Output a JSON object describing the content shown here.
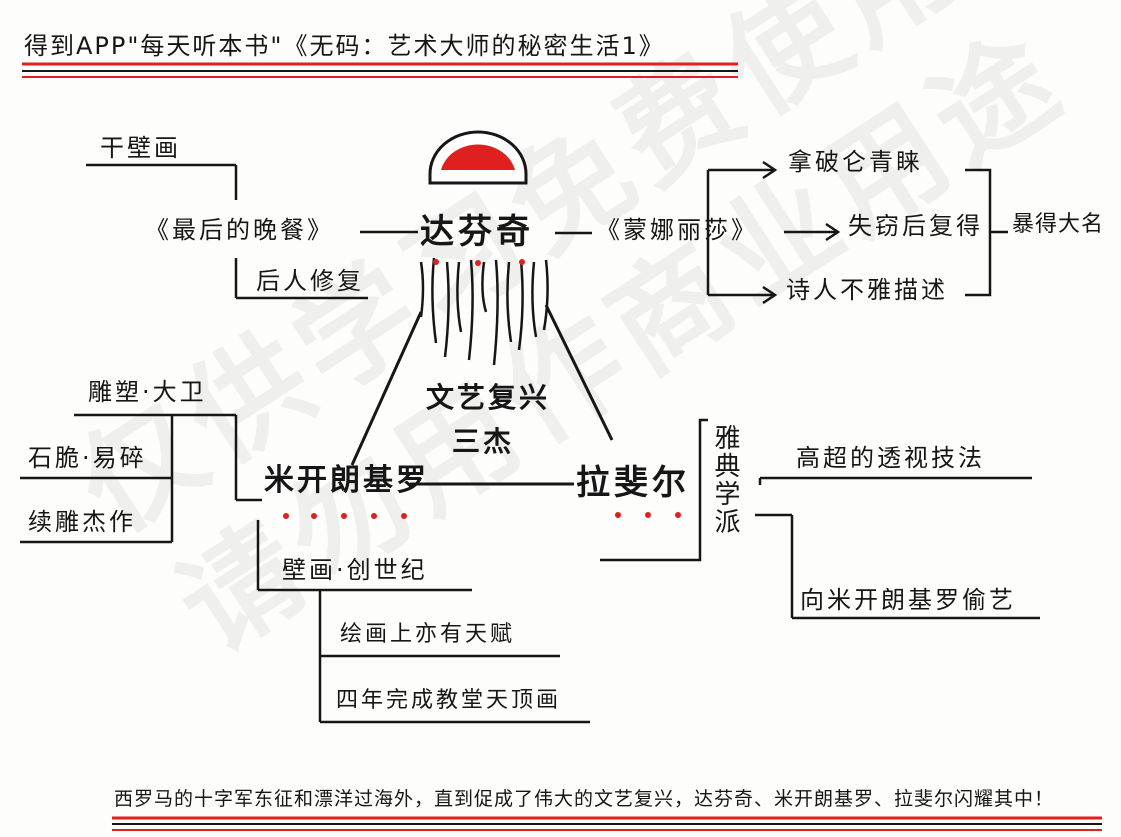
{
  "title": "得到APP\"每天听本书\"《无码：艺术大师的秘密生活1》",
  "watermark": {
    "line1": "仅供学习免费使用",
    "line2": "请勿用作商业用途"
  },
  "center": {
    "label_line1": "文艺复兴",
    "label_line2": "三杰"
  },
  "davinci": {
    "name": "达芬奇",
    "left_work": "《最后的晚餐》",
    "left_top": "干壁画",
    "left_bottom": "后人修复",
    "right_work": "《蒙娜丽莎》",
    "right_items": [
      "拿破仑青睐",
      "失窃后复得",
      "诗人不雅描述"
    ],
    "right_summary": "暴得大名"
  },
  "michelangelo": {
    "name": "米开朗基罗",
    "sculpture": "雕塑·大卫",
    "sculpture_items": [
      "石脆·易碎",
      "续雕杰作"
    ],
    "fresco": "壁画·创世纪",
    "fresco_items": [
      "绘画上亦有天赋",
      "四年完成教堂天顶画"
    ]
  },
  "raphael": {
    "name": "拉斐尔",
    "school": "雅典学派",
    "school_items": [
      "高超的透视技法",
      "向米开朗基罗偷艺"
    ]
  },
  "footer": "西罗马的十字军东征和漂洋过海外，直到促成了伟大的文艺复兴，达芬奇、米开朗基罗、拉斐尔闪耀其中！",
  "colors": {
    "ink": "#161616",
    "accent_red": "#e0201f"
  }
}
